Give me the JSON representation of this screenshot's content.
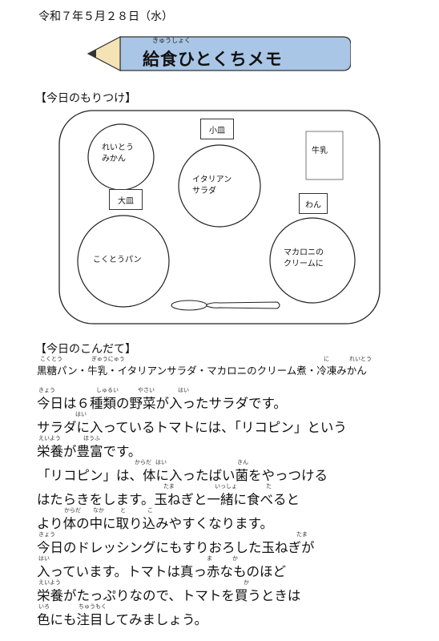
{
  "date": "令和７年５月２８日（水）",
  "title": {
    "text": "給食ひとくちメモ",
    "ruby": "きゅうしょく"
  },
  "section_layout": "【今日のもりつけ】",
  "tray": {
    "tags": {
      "small_plate": "小皿",
      "large_plate": "大皿",
      "bowl": "わん"
    },
    "dishes": {
      "frozen_mikan": [
        "れいとう",
        "みかん"
      ],
      "italian_salad": [
        "イタリアン",
        "サラダ"
      ],
      "milk": "牛乳",
      "bread": "こくとうパン",
      "macaroni": [
        "マカロニの",
        "クリームに"
      ]
    }
  },
  "section_menu": "【今日のこんだて】",
  "menu": {
    "text": "黒糖パン・牛乳・イタリアンサラダ・マカロニのクリーム煮・冷凍みかん",
    "ruby": [
      "こくとう",
      "ぎゅうにゅう",
      "に",
      "れいとう"
    ]
  },
  "body": {
    "lines": [
      "今日は６種類の野菜が入ったサラダです。",
      "サラダに入っているトマトには、「リコピン」という",
      "栄養が豊富です。",
      "「リコピン」は、体に入ったばい菌をやっつける",
      "はたらきをします。玉ねぎと一緒に食べると",
      "より体の中に取り込みやすくなります。",
      "今日のドレッシングにもすりおろした玉ねぎが",
      "入っています。トマトは真っ赤なものほど",
      "栄養がたっぷりなので、トマトを買うときは",
      "色にも注目してみましょう。"
    ],
    "ruby": [
      [
        "きょう",
        "しゅるい",
        "やさい",
        "はい"
      ],
      [
        "はい"
      ],
      [
        "えいよう",
        "ほうふ"
      ],
      [
        "からだ",
        "はい",
        "きん"
      ],
      [
        "たま",
        "いっしょ",
        "た"
      ],
      [
        "からだ",
        "なか",
        "と",
        "こ"
      ],
      [
        "きょう",
        "たま"
      ],
      [
        "はい",
        "ま",
        "か"
      ],
      [
        "えいよう",
        "か"
      ],
      [
        "いろ",
        "ちゅうもく"
      ]
    ]
  },
  "colors": {
    "pencil_blue": "#a9c6e6",
    "pencil_tip": "#f4e3b4",
    "ink": "#111111"
  }
}
